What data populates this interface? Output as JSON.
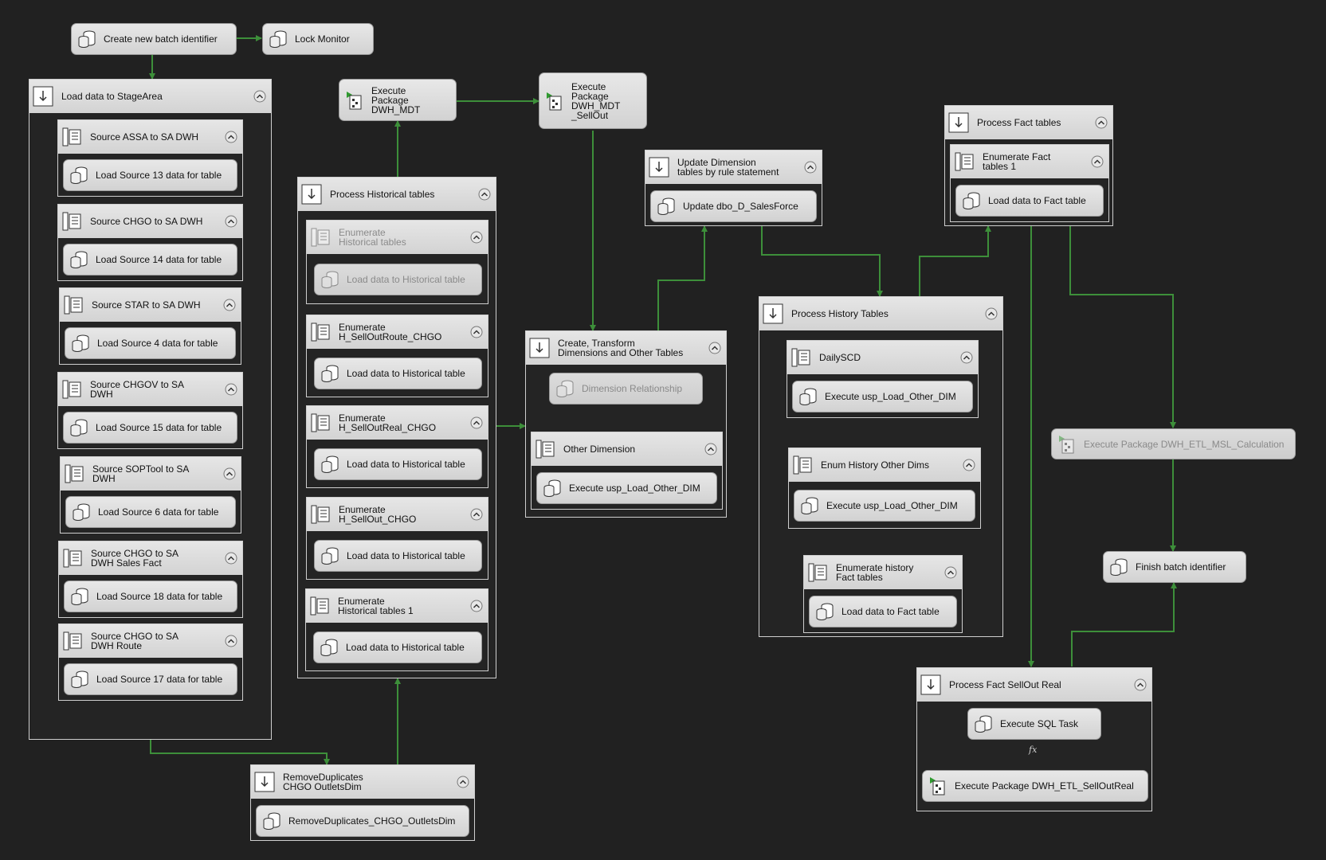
{
  "colors": {
    "canvas": "#212121",
    "connector": "#3d8f3a",
    "task_bg": "#dadada",
    "disabled_text": "#8a8a8a"
  },
  "tasks": {
    "create_batch": "Create new batch identifier",
    "lock_monitor": "Lock Monitor",
    "exec_pkg_mdt": "Execute Package DWH_MDT",
    "exec_pkg_sellout": "Execute Package DWH_MDT _SellOut",
    "exec_pkg_msl": "Execute Package DWH_ETL_MSL_Calculation",
    "finish_batch": "Finish batch identifier"
  },
  "stage_area": {
    "title": "Load data to StageArea",
    "loops": [
      {
        "title": "Source ASSA to SA DWH",
        "task": "Load Source 13 data for table"
      },
      {
        "title": "Source CHGO to SA DWH",
        "task": "Load Source 14 data for table"
      },
      {
        "title": "Source STAR to SA DWH",
        "task": "Load Source 4 data for table"
      },
      {
        "title": "Source CHGOV to SA DWH",
        "task": "Load Source 15 data for table"
      },
      {
        "title": "Source SOPTool to SA DWH",
        "task": "Load Source 6 data for table"
      },
      {
        "title": "Source CHGO to SA DWH Sales Fact",
        "task": "Load Source 18 data for table"
      },
      {
        "title": "Source CHGO to SA DWH Route",
        "task": "Load Source 17 data for table"
      }
    ]
  },
  "historical": {
    "title": "Process Historical tables",
    "loops": [
      {
        "title": "Enumerate Historical tables",
        "task": "Load data to Historical table",
        "disabled": true
      },
      {
        "title": "Enumerate H_SellOutRoute_CHGO",
        "task": "Load data to Historical table",
        "disabled": false
      },
      {
        "title": "Enumerate H_SellOutReal_CHGO",
        "task": "Load data to Historical table",
        "disabled": false
      },
      {
        "title": "Enumerate H_SellOut_CHGO",
        "task": "Load data to Historical table",
        "disabled": false
      },
      {
        "title": "Enumerate Historical tables 1",
        "task": "Load data to Historical table",
        "disabled": false
      }
    ]
  },
  "remove_duplicates": {
    "title": "RemoveDuplicates CHGO OutletsDim",
    "task": "RemoveDuplicates_CHGO_OutletsDim"
  },
  "create_transform": {
    "title": "Create, Transform Dimensions and Other Tables",
    "dim_relationship": "Dimension Relationship",
    "other_dimension": {
      "title": "Other Dimension",
      "task": "Execute usp_Load_Other_DIM"
    }
  },
  "update_dimension": {
    "title": "Update Dimension tables by rule statement",
    "task": "Update dbo_D_SalesForce"
  },
  "history_tables": {
    "title": "Process History Tables",
    "daily_scd": {
      "title": "DailySCD",
      "task": "Execute usp_Load_Other_DIM"
    },
    "enum_history": {
      "title": "Enum History Other Dims",
      "task": "Execute usp_Load_Other_DIM"
    },
    "enum_fact": {
      "title": "Enumerate history Fact tables",
      "task": "Load data to Fact table"
    }
  },
  "fact_tables": {
    "title": "Process Fact tables",
    "loop": {
      "title": "Enumerate Fact tables 1",
      "task": "Load data to Fact table"
    }
  },
  "fact_sellout_real": {
    "title": "Process Fact SellOut Real",
    "sql_task": "Execute SQL Task",
    "exec_pkg": "Execute Package DWH_ETL_SellOutReal",
    "expression_mark": "fx"
  }
}
